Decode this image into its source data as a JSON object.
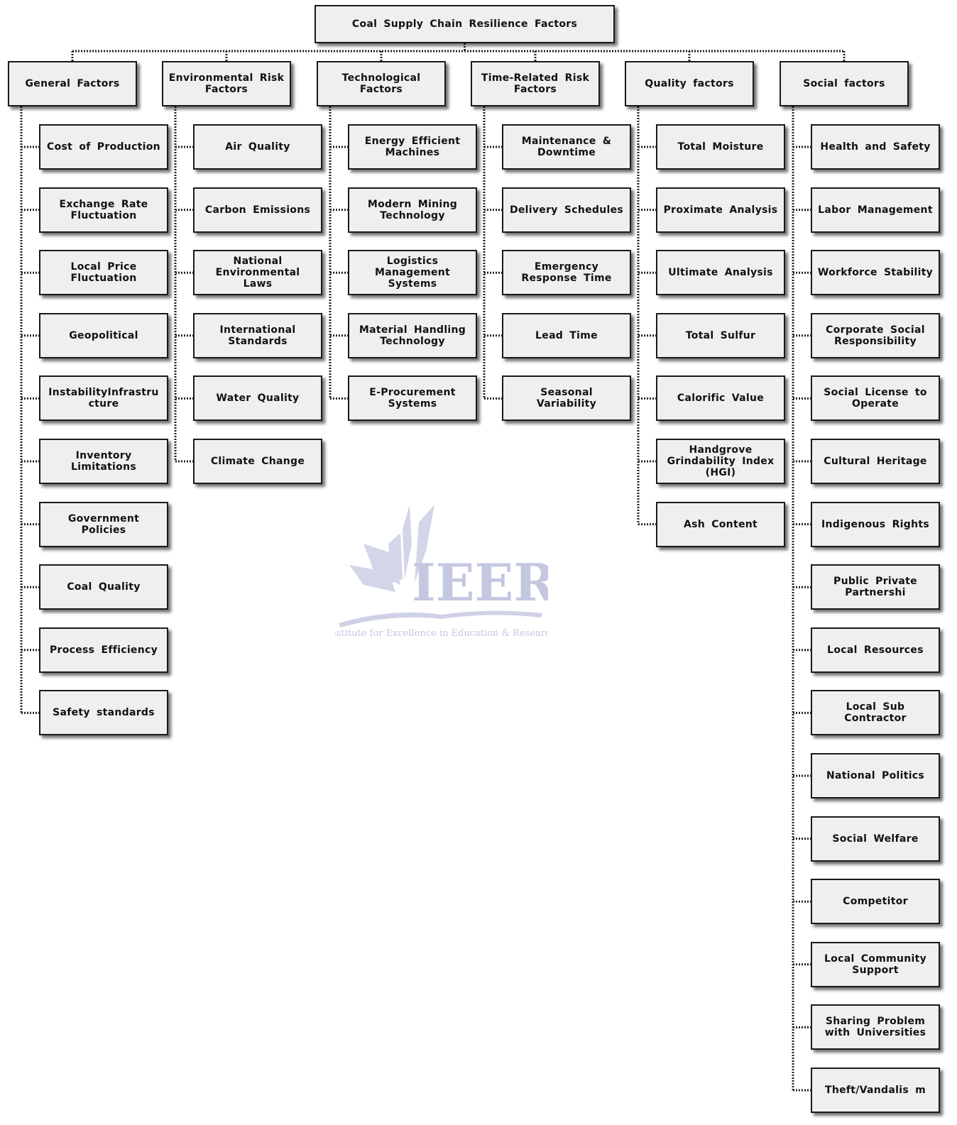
{
  "root": {
    "label": "Coal Supply Chain Resilience Factors"
  },
  "categories": [
    {
      "label": "General Factors",
      "items": [
        "Cost of Production",
        "Exchange Rate Fluctuation",
        "Local Price Fluctuation",
        "Geopolitical",
        "InstabilityInfrastru cture",
        "Inventory Limitations",
        "Government Policies",
        "Coal Quality",
        "Process Efficiency",
        "Safety standards"
      ]
    },
    {
      "label": "Environmental Risk Factors",
      "items": [
        "Air Quality",
        "Carbon Emissions",
        "National Environmental Laws",
        "International Standards",
        "Water Quality",
        "Climate Change"
      ]
    },
    {
      "label": "Technological Factors",
      "items": [
        "Energy Efficient Machines",
        "Modern Mining Technology",
        "Logistics Management Systems",
        "Material Handling Technology",
        "E-Procurement Systems"
      ]
    },
    {
      "label": "Time-Related Risk Factors",
      "items": [
        "Maintenance & Downtime",
        "Delivery Schedules",
        "Emergency Response Time",
        "Lead Time",
        "Seasonal Variability"
      ]
    },
    {
      "label": "Quality factors",
      "items": [
        "Total Moisture",
        "Proximate Analysis",
        "Ultimate Analysis",
        "Total Sulfur",
        "Calorific Value",
        "Handgrove Grindability Index (HGI)",
        "Ash Content"
      ]
    },
    {
      "label": "Social factors",
      "items": [
        "Health and Safety",
        "Labor Management",
        "Workforce Stability",
        "Corporate Social Responsibility",
        "Social License to Operate",
        "Cultural Heritage",
        "Indigenous Rights",
        "Public Private Partnershi",
        "Local Resources",
        "Local Sub Contractor",
        "National Politics",
        "Social Welfare",
        "Competitor",
        "Local Community Support",
        "Sharing Problem with Universities",
        "Theft/Vandalis m"
      ]
    }
  ],
  "watermark": {
    "logo_text": "IEER",
    "caption": "Institute for Excellence in Education & Research"
  },
  "colors": {
    "box_fill": "#efefef",
    "border": "#1a1a1a",
    "watermark": "#c4c7e0"
  }
}
